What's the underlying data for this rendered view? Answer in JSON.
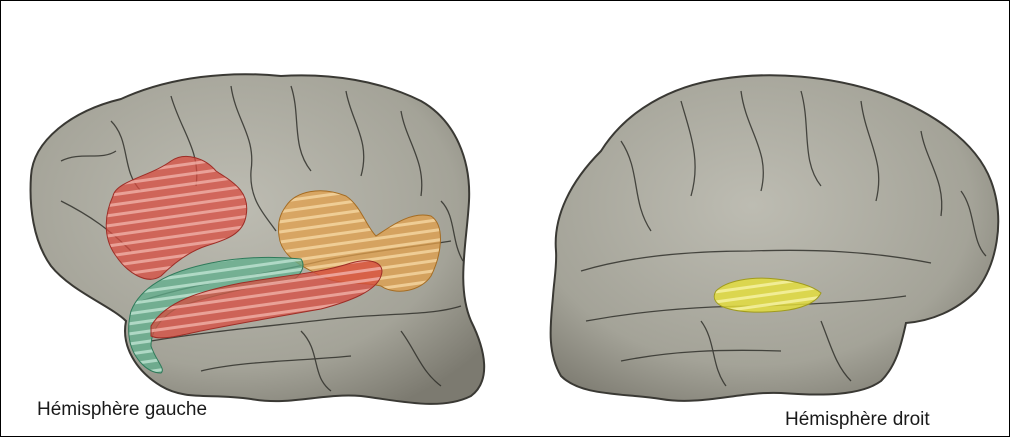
{
  "figure": {
    "left_label": "Hémisphère gauche",
    "right_label": "Hémisphère droit"
  },
  "colors": {
    "brain_fill": "#a9a89e",
    "brain_shadow": "#6f6d64",
    "sulcus_line": "#2a2a25",
    "region_red": "#d84a3f",
    "region_orange": "#e2a04a",
    "region_teal": "#5fae8c",
    "region_yellow": "#e6e03a"
  },
  "regions": [
    {
      "hemisphere": "left",
      "color": "red",
      "name_icon": "frontal-region-icon"
    },
    {
      "hemisphere": "left",
      "color": "orange",
      "name_icon": "parietal-region-icon"
    },
    {
      "hemisphere": "left",
      "color": "teal",
      "name_icon": "temporal-pole-region-icon"
    },
    {
      "hemisphere": "left",
      "color": "red",
      "name_icon": "temporal-region-icon"
    },
    {
      "hemisphere": "right",
      "color": "yellow",
      "name_icon": "temporal-region-icon"
    }
  ]
}
